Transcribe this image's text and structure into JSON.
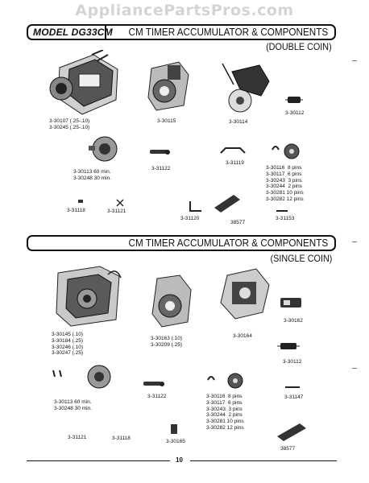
{
  "watermark": "AppliancePartsPros.com",
  "section1": {
    "model_label": "MODEL DG33CM",
    "title": "CM TIMER ACCUMULATOR & COMPONENTS",
    "subtitle": "(DOUBLE COIN)",
    "labels": [
      "3-30107 (.25-.10)\n3-30245 (.25-.10)",
      "3-30115",
      "3-30114",
      "3-30112",
      "3-31122",
      "3-31119",
      "3-30113 60 min.\n3-30248 30 min.",
      "3-30116  8 pins\n3-30117  6 pins\n3-30243  3 pins\n3-30244  2 pins\n3-30281 10 pins\n3-30282 12 pins",
      "3-31118",
      "3-31121",
      "3-31120",
      "38577",
      "3-31153"
    ]
  },
  "section2": {
    "title": "CM TIMER ACCUMULATOR & COMPONENTS",
    "subtitle": "(SINGLE COIN)",
    "labels": [
      "3-30145 (.10)\n3-30184 (.25)\n3-30246 (.10)\n3-30247 (.25)",
      "3-30163 (.10)\n3-30209 (.25)",
      "3-30164",
      "3-30162",
      "3-30112",
      "3-30113 60 min.\n3-30248 30 min.",
      "3-31122",
      "3-30116  8 pins\n3-30117  6 pins\n3-30243  3 pins\n3-30244  2 pins\n3-30281 10 pins\n3-30282 12 pins",
      "3-31147",
      "3-31121",
      "3-31118",
      "3-30165",
      "38577"
    ]
  },
  "footer": {
    "page_number": "10"
  }
}
